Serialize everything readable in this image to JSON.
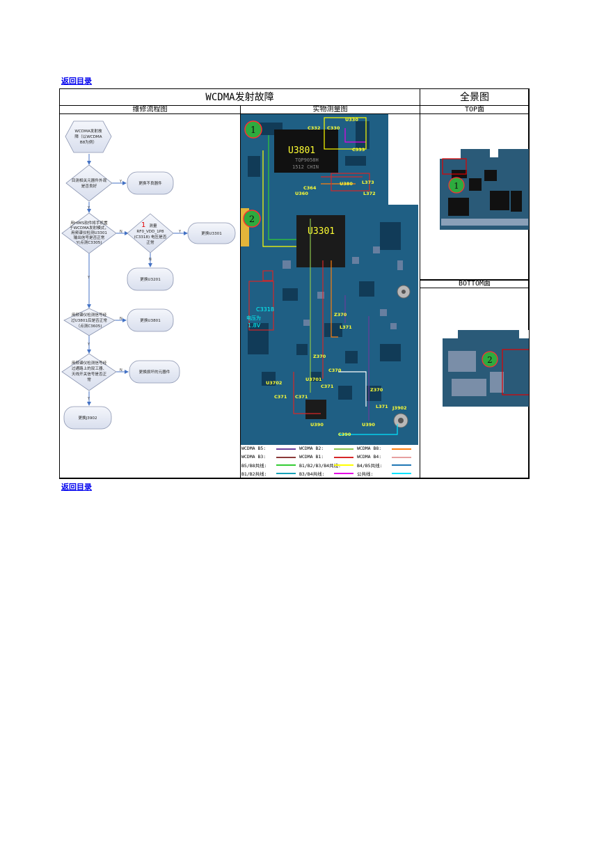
{
  "nav": {
    "back_link": "返回目录"
  },
  "table": {
    "title": "WCDMA发射故障",
    "overview_title": "全景图",
    "col_flow": "维修流程图",
    "col_measure": "实物测量图",
    "top_label": "TOP面",
    "bottom_label": "BOTTOM面"
  },
  "flow": {
    "start": [
      "WCDMA发射故",
      "障（以WCDMA",
      "B8为例）"
    ],
    "q1": [
      "目测相关元器件外观",
      "是否良好"
    ],
    "a1": "更换不良器件",
    "q2": [
      "用HIMS软件将手机置",
      "于WCDMA发射模式，",
      "用频谱仪检测U3301",
      "输出信号是否正常",
      "Y(点测C3305)"
    ],
    "q3_num": "1",
    "q3": [
      "测量",
      "RF0_VDD_1P8",
      "(C3318) 电压是否",
      "正常"
    ],
    "a3": "更换U3301",
    "a3b": "更换U3201",
    "q4": [
      "用频谱仪检测信号经",
      "过U3801后是否正常",
      "（点测C3605)"
    ],
    "a4": "更换U3801",
    "q5": [
      "用频谱仪检测信号经",
      "过通路上的双工器、",
      "天线开关信号是否正",
      "常"
    ],
    "a5": "更换损坏的元器件",
    "end": "更换J3902",
    "y": "Y",
    "n": "N"
  },
  "board": {
    "u3801": "U3801",
    "u3801_sub1": "TQP9058H",
    "u3801_sub2": "1512 CHIN",
    "u3301": "U3301",
    "marker1": "1",
    "marker2": "2",
    "c3318": "C3318",
    "volt_label": "电压为",
    "volt": "1.8V",
    "labels": [
      "C332",
      "C330",
      "U330",
      "C333",
      "C364",
      "U380",
      "L373",
      "U360",
      "L372",
      "Z370",
      "L371",
      "Z370",
      "C370",
      "Z370",
      "U3702",
      "U3701",
      "C371",
      "C371",
      "C371",
      "L371",
      "J3902",
      "U390",
      "U390",
      "C390"
    ]
  },
  "legend": {
    "rows": [
      [
        {
          "label": "WCDMA B5:",
          "color": "#6a3d9a"
        },
        {
          "label": "WCDMA B2:",
          "color": "#8bc34a"
        },
        {
          "label": "WCDMA B8:",
          "color": "#ff7f0e"
        }
      ],
      [
        {
          "label": "WCDMA B3:",
          "color": "#8b3a3a"
        },
        {
          "label": "WCDMA B1:",
          "color": "#d62728"
        },
        {
          "label": "WCDMA B4:",
          "color": "#e6a0a0"
        }
      ],
      [
        {
          "label": "B5/B8共线:",
          "color": "#33cc33"
        },
        {
          "label": "B1/B2/B3/B4共线:",
          "color": "#ffff00"
        },
        {
          "label": "B4/B5共线:",
          "color": "#1f77b4"
        }
      ],
      [
        {
          "label": "B1/B2共线:",
          "color": "#17a2b8"
        },
        {
          "label": "B3/B4共线:",
          "color": "#e600e6"
        },
        {
          "label": "公共线:",
          "color": "#00e5ff"
        }
      ]
    ]
  },
  "overview": {
    "top_marker": "1",
    "bottom_marker": "2"
  }
}
